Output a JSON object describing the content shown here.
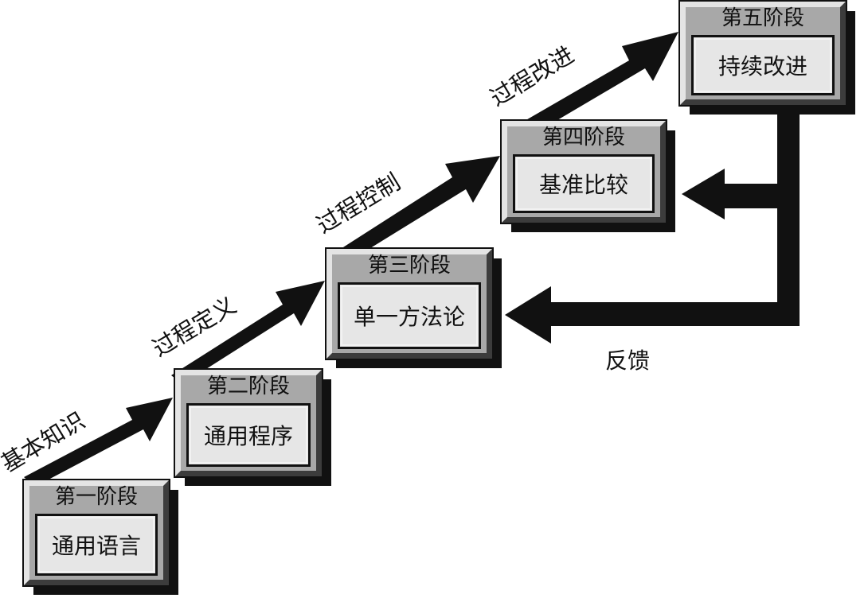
{
  "stages": [
    {
      "stage": "第一阶段",
      "name": "通用语言"
    },
    {
      "stage": "第二阶段",
      "name": "通用程序"
    },
    {
      "stage": "第三阶段",
      "name": "单一方法论"
    },
    {
      "stage": "第四阶段",
      "name": "基准比较"
    },
    {
      "stage": "第五阶段",
      "name": "持续改进"
    }
  ],
  "transitions": [
    "基本知识",
    "过程定义",
    "过程控制",
    "过程改进"
  ],
  "feedback_label": "反馈"
}
